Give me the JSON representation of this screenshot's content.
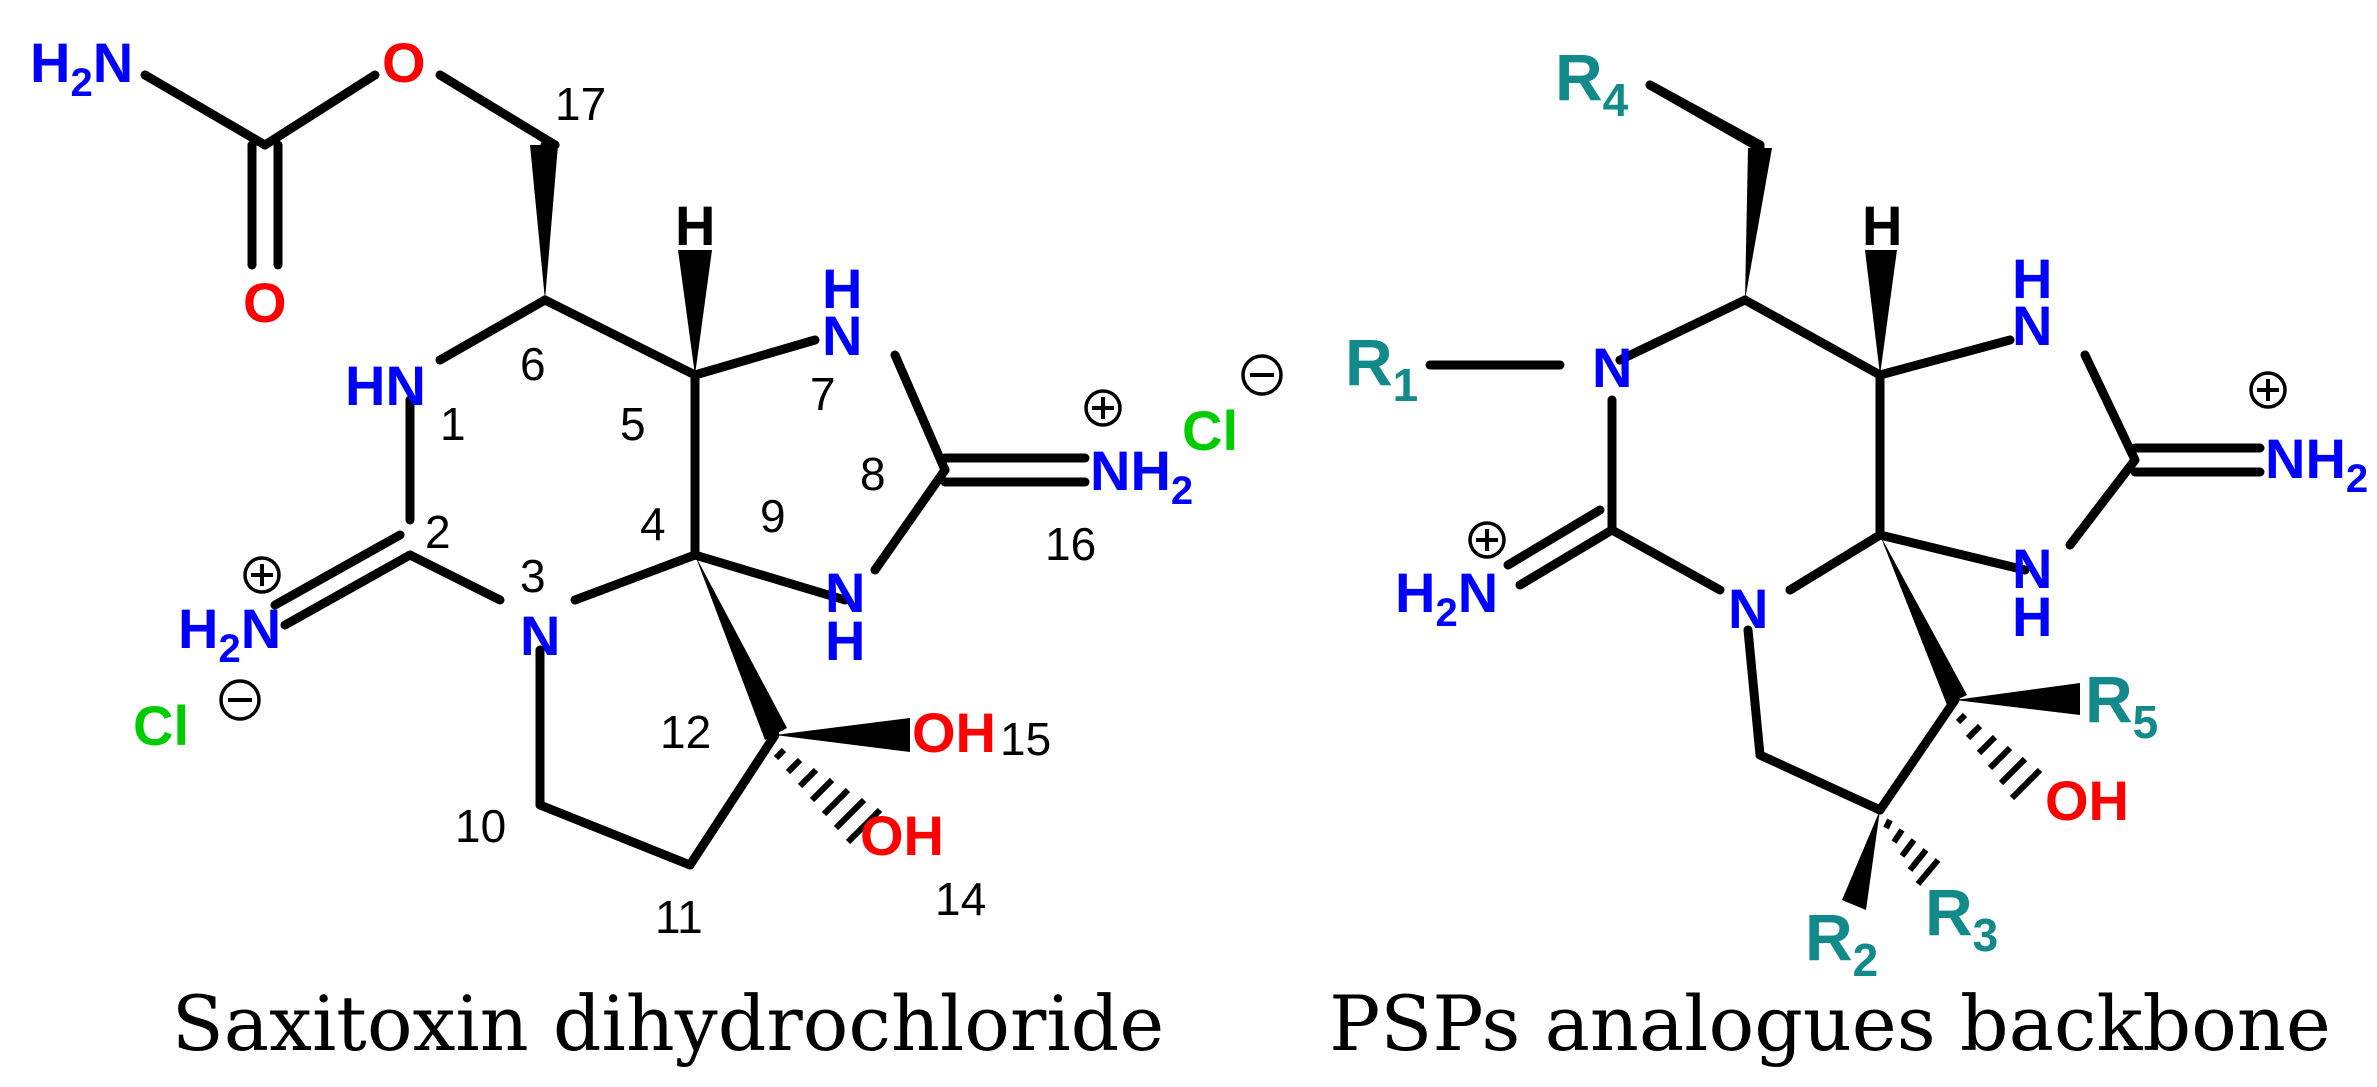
{
  "colors": {
    "bond": "#000000",
    "nitrogen": "#0000ff",
    "oxygen": "#ff0000",
    "chlorine": "#00cc00",
    "r_group": "#138a8a"
  },
  "left": {
    "caption": "Saxitoxin dihydrochloride",
    "atoms": {
      "h2n_top": {
        "main": "H",
        "sub": "2",
        "tail": "N"
      },
      "o_ester": "O",
      "o_carbonyl": "O",
      "hn1": "HN",
      "nh7": "N",
      "nh7_h": "H",
      "nh9": "N",
      "nh9_h": "H",
      "n3": "N",
      "h5": "H",
      "nh2_right": {
        "main": "NH",
        "sub": "2"
      },
      "h2n_left": {
        "main": "H",
        "sub": "2",
        "tail": "N"
      },
      "oh15": "OH",
      "oh14": "OH",
      "cl_right": "Cl",
      "cl_left": "Cl"
    },
    "numbers": [
      "17",
      "6",
      "5",
      "1",
      "7",
      "8",
      "2",
      "3",
      "4",
      "9",
      "16",
      "12",
      "15",
      "10",
      "11",
      "14"
    ]
  },
  "right": {
    "caption": "PSPs analogues backbone",
    "atoms": {
      "r4": {
        "main": "R",
        "sub": "4"
      },
      "r1": {
        "main": "R",
        "sub": "1"
      },
      "n1": "N",
      "h5": "H",
      "nh7_h": "H",
      "nh7": "N",
      "nh2_right": {
        "main": "NH",
        "sub": "2"
      },
      "h2n_left": {
        "main": "H",
        "sub": "2",
        "tail": "N"
      },
      "n3": "N",
      "nh9": "N",
      "nh9_h": "H",
      "r5": {
        "main": "R",
        "sub": "5"
      },
      "oh": "OH",
      "r2": {
        "main": "R",
        "sub": "2"
      },
      "r3": {
        "main": "R",
        "sub": "3"
      }
    }
  }
}
